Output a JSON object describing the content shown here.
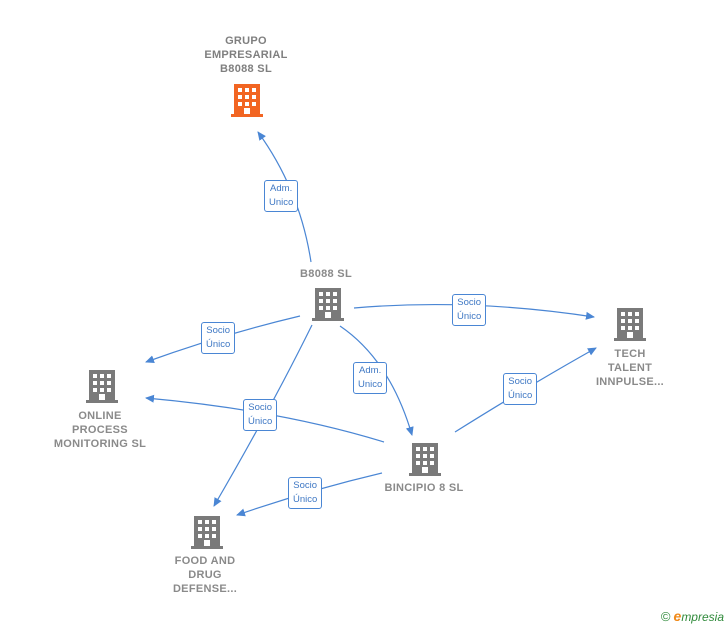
{
  "colors": {
    "edge": "#4a86d4",
    "node": "#7a7a7a",
    "highlight": "#f26522"
  },
  "nodes": [
    {
      "id": "grupo",
      "label": "GRUPO\nEMPRESARIAL\nB8088  SL",
      "highlight": true
    },
    {
      "id": "b8088",
      "label": "B8088  SL"
    },
    {
      "id": "tech",
      "label": "TECH\nTALENT\nINNPULSE..."
    },
    {
      "id": "online",
      "label": "ONLINE\nPROCESS\nMONITORING SL"
    },
    {
      "id": "bincipio",
      "label": "BINCIPIO 8  SL"
    },
    {
      "id": "food",
      "label": "FOOD AND\nDRUG\nDEFENSE..."
    }
  ],
  "edges": [
    {
      "id": "e1",
      "label": "Adm.\nUnico"
    },
    {
      "id": "e2",
      "label": "Socio\nÚnico"
    },
    {
      "id": "e3",
      "label": "Socio\nÚnico"
    },
    {
      "id": "e4",
      "label": "Adm.\nUnico"
    },
    {
      "id": "e5",
      "label": "Socio\nÚnico"
    },
    {
      "id": "e6",
      "label": "Socio\nÚnico"
    },
    {
      "id": "e7",
      "label": "Socio\nÚnico"
    }
  ],
  "footer": {
    "copyright": "©",
    "brand_initial": "e",
    "brand_rest": "mpresia"
  }
}
